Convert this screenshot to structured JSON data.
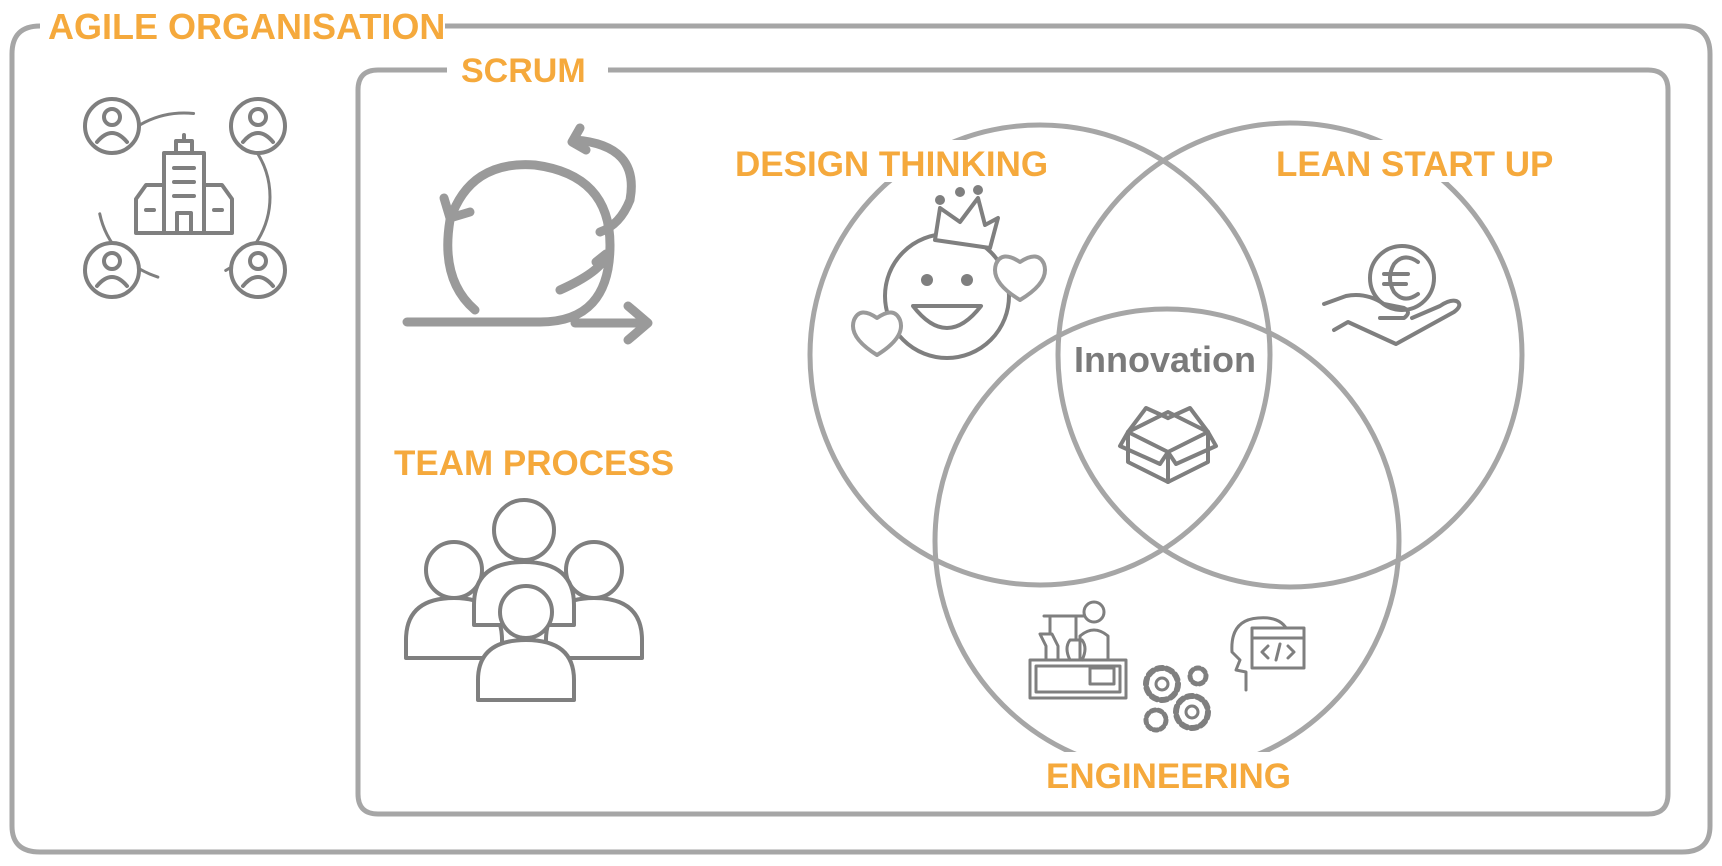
{
  "frames": {
    "outer_label": "AGILE ORGANISATION",
    "inner_label": "SCRUM"
  },
  "sections": {
    "team_process": "TEAM PROCESS"
  },
  "venn": {
    "circles": [
      {
        "label": "DESIGN THINKING"
      },
      {
        "label": "LEAN START UP"
      },
      {
        "label": "ENGINEERING"
      }
    ],
    "center_label": "Innovation"
  },
  "colors": {
    "label": "#F5A93C",
    "line": "#a6a6a6",
    "icon": "#7f7f7f",
    "center_text": "#7a7a7a"
  },
  "icons": [
    "organisation-network-icon",
    "scrum-cycle-icon",
    "team-group-icon",
    "happy-king-face-icon",
    "euro-hand-icon",
    "open-box-icon",
    "lab-scientist-icon",
    "gears-icon",
    "head-code-icon"
  ]
}
